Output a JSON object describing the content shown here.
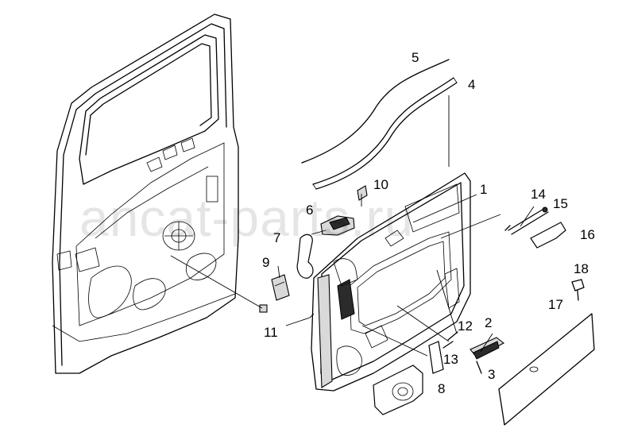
{
  "watermark": {
    "text": "ancat-parts.ru"
  },
  "callouts": {
    "c1": "1",
    "c2": "2",
    "c3": "3",
    "c4": "4",
    "c5": "5",
    "c6": "6",
    "c7": "7",
    "c8": "8",
    "c9": "9",
    "c10": "10",
    "c11": "11",
    "c12": "12",
    "c13": "13",
    "c14": "14",
    "c15": "15",
    "c16": "16",
    "c17": "17",
    "c18": "18"
  }
}
